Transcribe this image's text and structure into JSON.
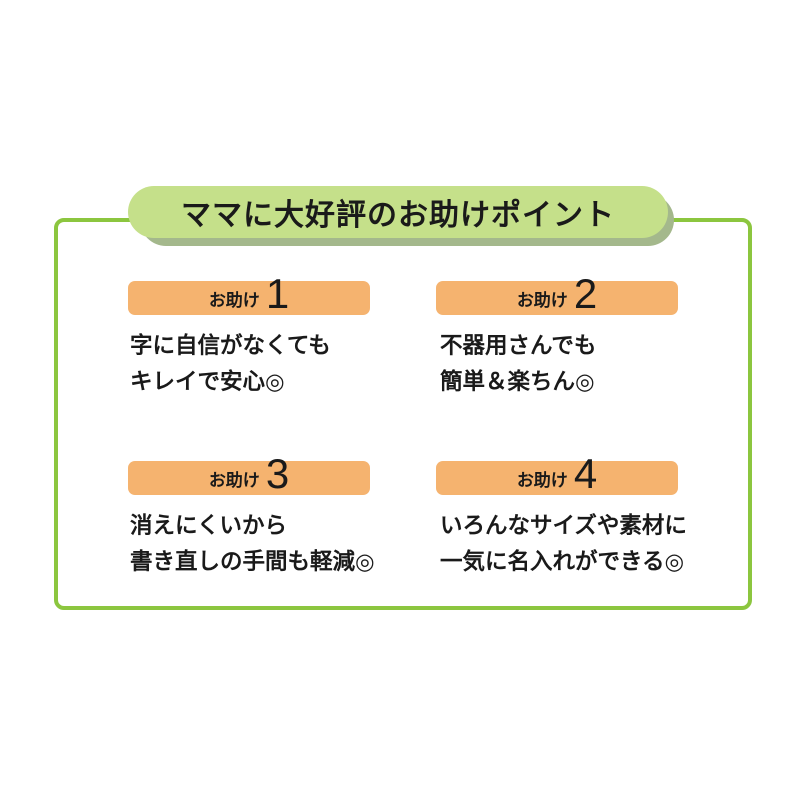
{
  "title": "ママに大好評のお助けポイント",
  "points": [
    {
      "label": "お助け",
      "number": "1",
      "lines": [
        "字に自信がなくても",
        "キレイで安心◎"
      ]
    },
    {
      "label": "お助け",
      "number": "2",
      "lines": [
        "不器用さんでも",
        "簡単＆楽ちん◎"
      ]
    },
    {
      "label": "お助け",
      "number": "3",
      "lines": [
        "消えにくいから",
        "書き直しの手間も軽減◎"
      ]
    },
    {
      "label": "お助け",
      "number": "4",
      "lines": [
        "いろんなサイズや素材に",
        "一気に名入れができる◎"
      ]
    }
  ],
  "colors": {
    "frame": "#8cc63f",
    "title_bg": "#c5e08a",
    "tag_bg": "#f5b36f"
  }
}
